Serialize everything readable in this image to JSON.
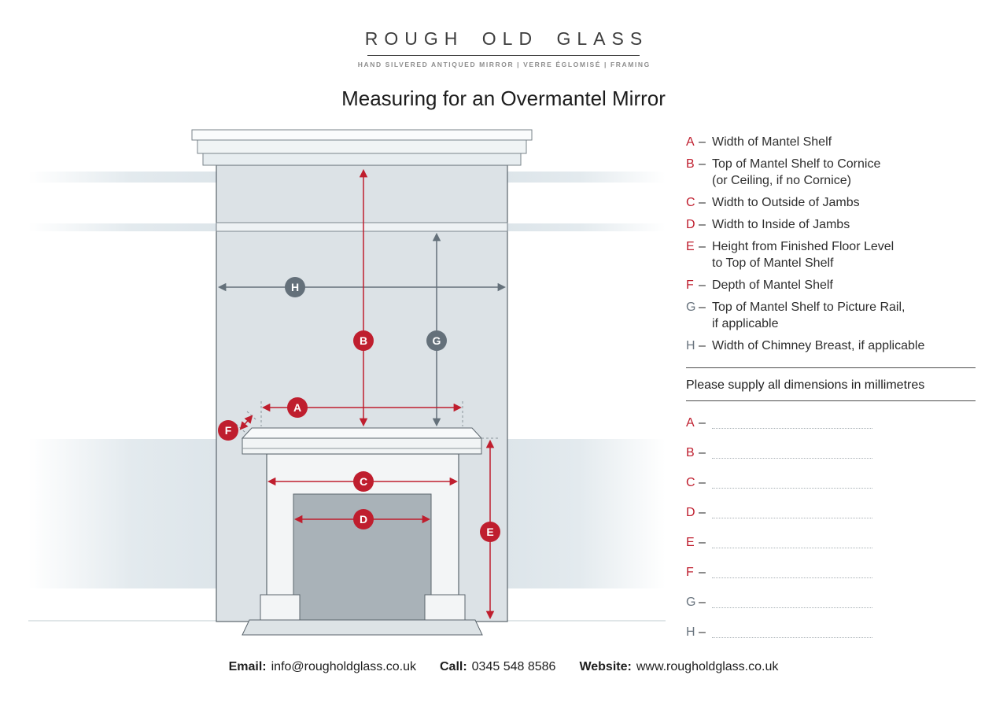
{
  "brand": {
    "name": "ROUGH OLD GLASS",
    "tagline": "HAND SILVERED ANTIQUED MIRROR | VERRE ÉGLOMISÉ | FRAMING"
  },
  "title": "Measuring for an Overmantel Mirror",
  "ui": {
    "dash": "–"
  },
  "colors": {
    "accent_red": "#bf1e2e",
    "neutral_gray": "#64707a"
  },
  "diagram": {
    "badges": [
      {
        "letter": "A",
        "color": "red"
      },
      {
        "letter": "B",
        "color": "red"
      },
      {
        "letter": "C",
        "color": "red"
      },
      {
        "letter": "D",
        "color": "red"
      },
      {
        "letter": "E",
        "color": "red"
      },
      {
        "letter": "F",
        "color": "red"
      },
      {
        "letter": "G",
        "color": "gray"
      },
      {
        "letter": "H",
        "color": "gray"
      }
    ]
  },
  "legend": {
    "items": [
      {
        "letter": "A",
        "text": "Width of Mantel Shelf"
      },
      {
        "letter": "B",
        "text": "Top of Mantel Shelf to Cornice",
        "text2": "(or Ceiling, if no Cornice)"
      },
      {
        "letter": "C",
        "text": "Width to Outside of Jambs"
      },
      {
        "letter": "D",
        "text": "Width to Inside of Jambs"
      },
      {
        "letter": "E",
        "text": "Height from Finished Floor Level",
        "text2": "to Top of Mantel Shelf"
      },
      {
        "letter": "F",
        "text": "Depth of Mantel Shelf"
      },
      {
        "letter": "G",
        "text": "Top of Mantel Shelf to Picture Rail,",
        "text2": "if applicable"
      },
      {
        "letter": "H",
        "text": "Width of Chimney Breast, if applicable"
      }
    ],
    "note": "Please supply all dimensions in millimetres"
  },
  "form": {
    "fields": [
      {
        "letter": "A"
      },
      {
        "letter": "B"
      },
      {
        "letter": "C"
      },
      {
        "letter": "D"
      },
      {
        "letter": "E"
      },
      {
        "letter": "F"
      },
      {
        "letter": "G"
      },
      {
        "letter": "H"
      }
    ]
  },
  "footer": {
    "email_label": "Email:",
    "email": "info@rougholdglass.co.uk",
    "call_label": "Call:",
    "phone": "0345 548 8586",
    "website_label": "Website:",
    "website": "www.rougholdglass.co.uk"
  }
}
